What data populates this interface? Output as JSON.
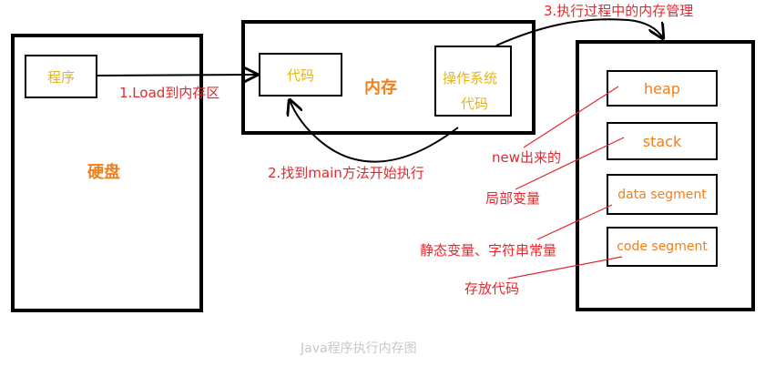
{
  "disk": {
    "label": "硬盘",
    "program": "程序"
  },
  "memory": {
    "label": "内存",
    "code": "代码",
    "os_code_line1": "操作系统",
    "os_code_line2": "代码"
  },
  "runtime": {
    "heap": "heap",
    "stack": "stack",
    "data_segment": "data segment",
    "code_segment": "code segment"
  },
  "steps": {
    "load": "1.Load到内存区",
    "find_main": "2.找到main方法开始执行",
    "manage": "3.执行过程中的内存管理"
  },
  "annotations": {
    "heap_note": "new出来的",
    "stack_note": "局部变量",
    "data_note": "静态变量、字符串常量",
    "code_note": "存放代码"
  },
  "caption": "Java程序执行内存图",
  "colors": {
    "orange": "#f07f19",
    "yellow": "#e6b416",
    "red": "#e0292e",
    "caption": "#c8c8c8"
  }
}
